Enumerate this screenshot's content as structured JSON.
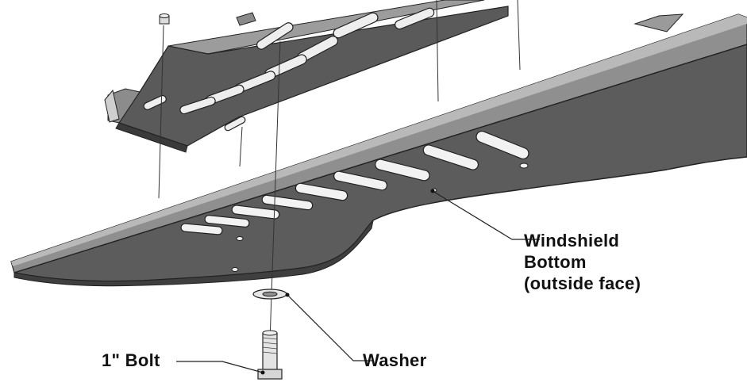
{
  "diagram": {
    "labels": {
      "windshield_line1": "Windshield",
      "windshield_line2": "Bottom",
      "windshield_line3": "(outside face)",
      "washer": "Washer",
      "bolt": "1\" Bolt"
    },
    "colors": {
      "plate_fill": "#5d5d5d",
      "plate_edge": "#a9a9a9",
      "plate_dark": "#3c3c3c",
      "slot_fill": "#f2f2f2",
      "line": "#222222",
      "text": "#111111"
    }
  }
}
